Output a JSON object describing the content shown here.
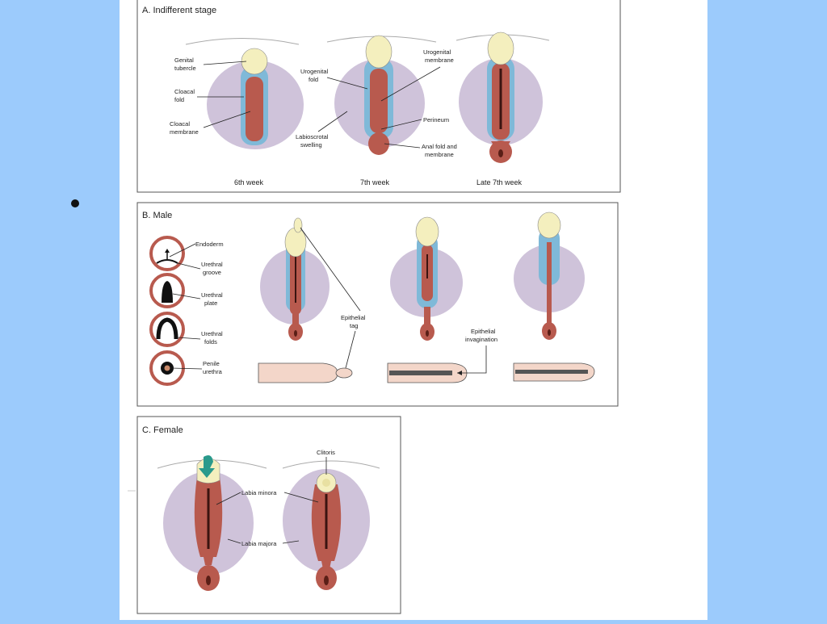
{
  "colors": {
    "background": "#9ccbfc",
    "slide": "#ffffff",
    "swelling": "#cfc3da",
    "fold_red": "#b85a4e",
    "membrane_blue": "#7fb9d8",
    "tubercle": "#f4efbe",
    "skin_pink": "#eccdbf",
    "penile": "#f3d6c9",
    "arrow_teal": "#2a9a8c"
  },
  "panelA": {
    "title": "A. Indifferent stage",
    "labels": {
      "genital_tubercle": [
        "Genital",
        "tubercle"
      ],
      "cloacal_fold": [
        "Cloacal",
        "fold"
      ],
      "cloacal_membrane": [
        "Cloacal",
        "membrane"
      ],
      "urogenital_fold": [
        "Urogenital",
        "fold"
      ],
      "labioscrotal_swelling": [
        "Labioscrotal",
        "swelling"
      ],
      "urogenital_membrane": [
        "Urogenital",
        "membrane"
      ],
      "perineum": "Perineum",
      "anal_fold": [
        "Anal fold and",
        "membrane"
      ]
    },
    "captions": [
      "6th week",
      "7th week",
      "Late 7th week"
    ]
  },
  "panelB": {
    "title": "B. Male",
    "labels": {
      "endoderm": "Endoderm",
      "urethral_groove": [
        "Urethral",
        "groove"
      ],
      "urethral_plate": [
        "Urethral",
        "plate"
      ],
      "urethral_folds": [
        "Urethral",
        "folds"
      ],
      "penile_urethra": [
        "Penile",
        "urethra"
      ],
      "epithelial_tag": [
        "Epithelial",
        "tag"
      ],
      "epithelial_invagination": [
        "Epithelial",
        "invagination"
      ]
    }
  },
  "panelC": {
    "title": "C. Female",
    "labels": {
      "clitoris": "Clitoris",
      "labia_minora": "Labia minora",
      "labia_majora": "Labia majora"
    }
  }
}
